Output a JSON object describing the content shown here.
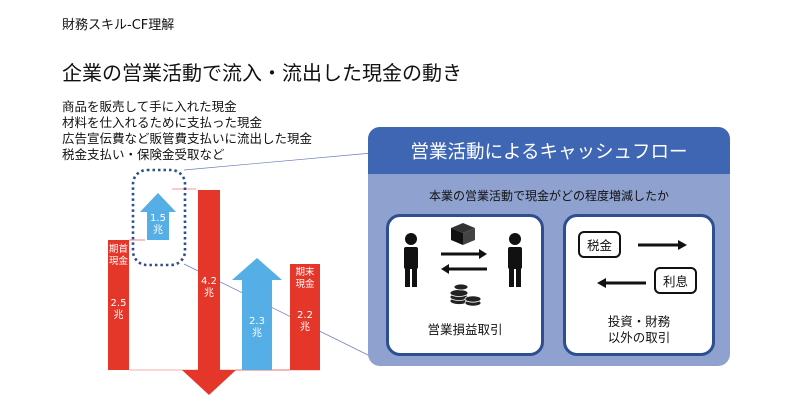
{
  "header": "財務スキル-CF理解",
  "title": "企業の営業活動で流入・流出した現金の動き",
  "bullets": [
    "商品を販売して手に入れた現金",
    "材料を仕入れるために支払った現金",
    "広告宣伝費など販管費支払いに流出した現金",
    "税金支払い・保険金受取など"
  ],
  "diagram": {
    "opening_label": "期首\n現金",
    "opening_value": "2.5\n兆",
    "inflow_value": "1.5\n兆",
    "outflow_value": "4.2\n兆",
    "financing_value": "2.3\n兆",
    "closing_label": "期末\n現金",
    "closing_value": "2.2\n兆"
  },
  "panel": {
    "title": "営業活動によるキャッシュフロー",
    "subtitle": "本業の営業活動で現金がどの程度増減したか",
    "card1_label": "営業損益取引",
    "card2_label_line1": "投資・財務",
    "card2_label_line2": "以外の取引",
    "tax_label": "税金",
    "interest_label": "利息"
  },
  "colors": {
    "red": "#e5362a",
    "blue": "#55aee5",
    "panel_header": "#3f66b3",
    "panel_body": "#8ea1cf",
    "card_border": "#2d4f8f"
  },
  "icons": [
    "person-icon",
    "box-icon",
    "coins-icon",
    "arrow-right-icon",
    "arrow-left-icon"
  ]
}
